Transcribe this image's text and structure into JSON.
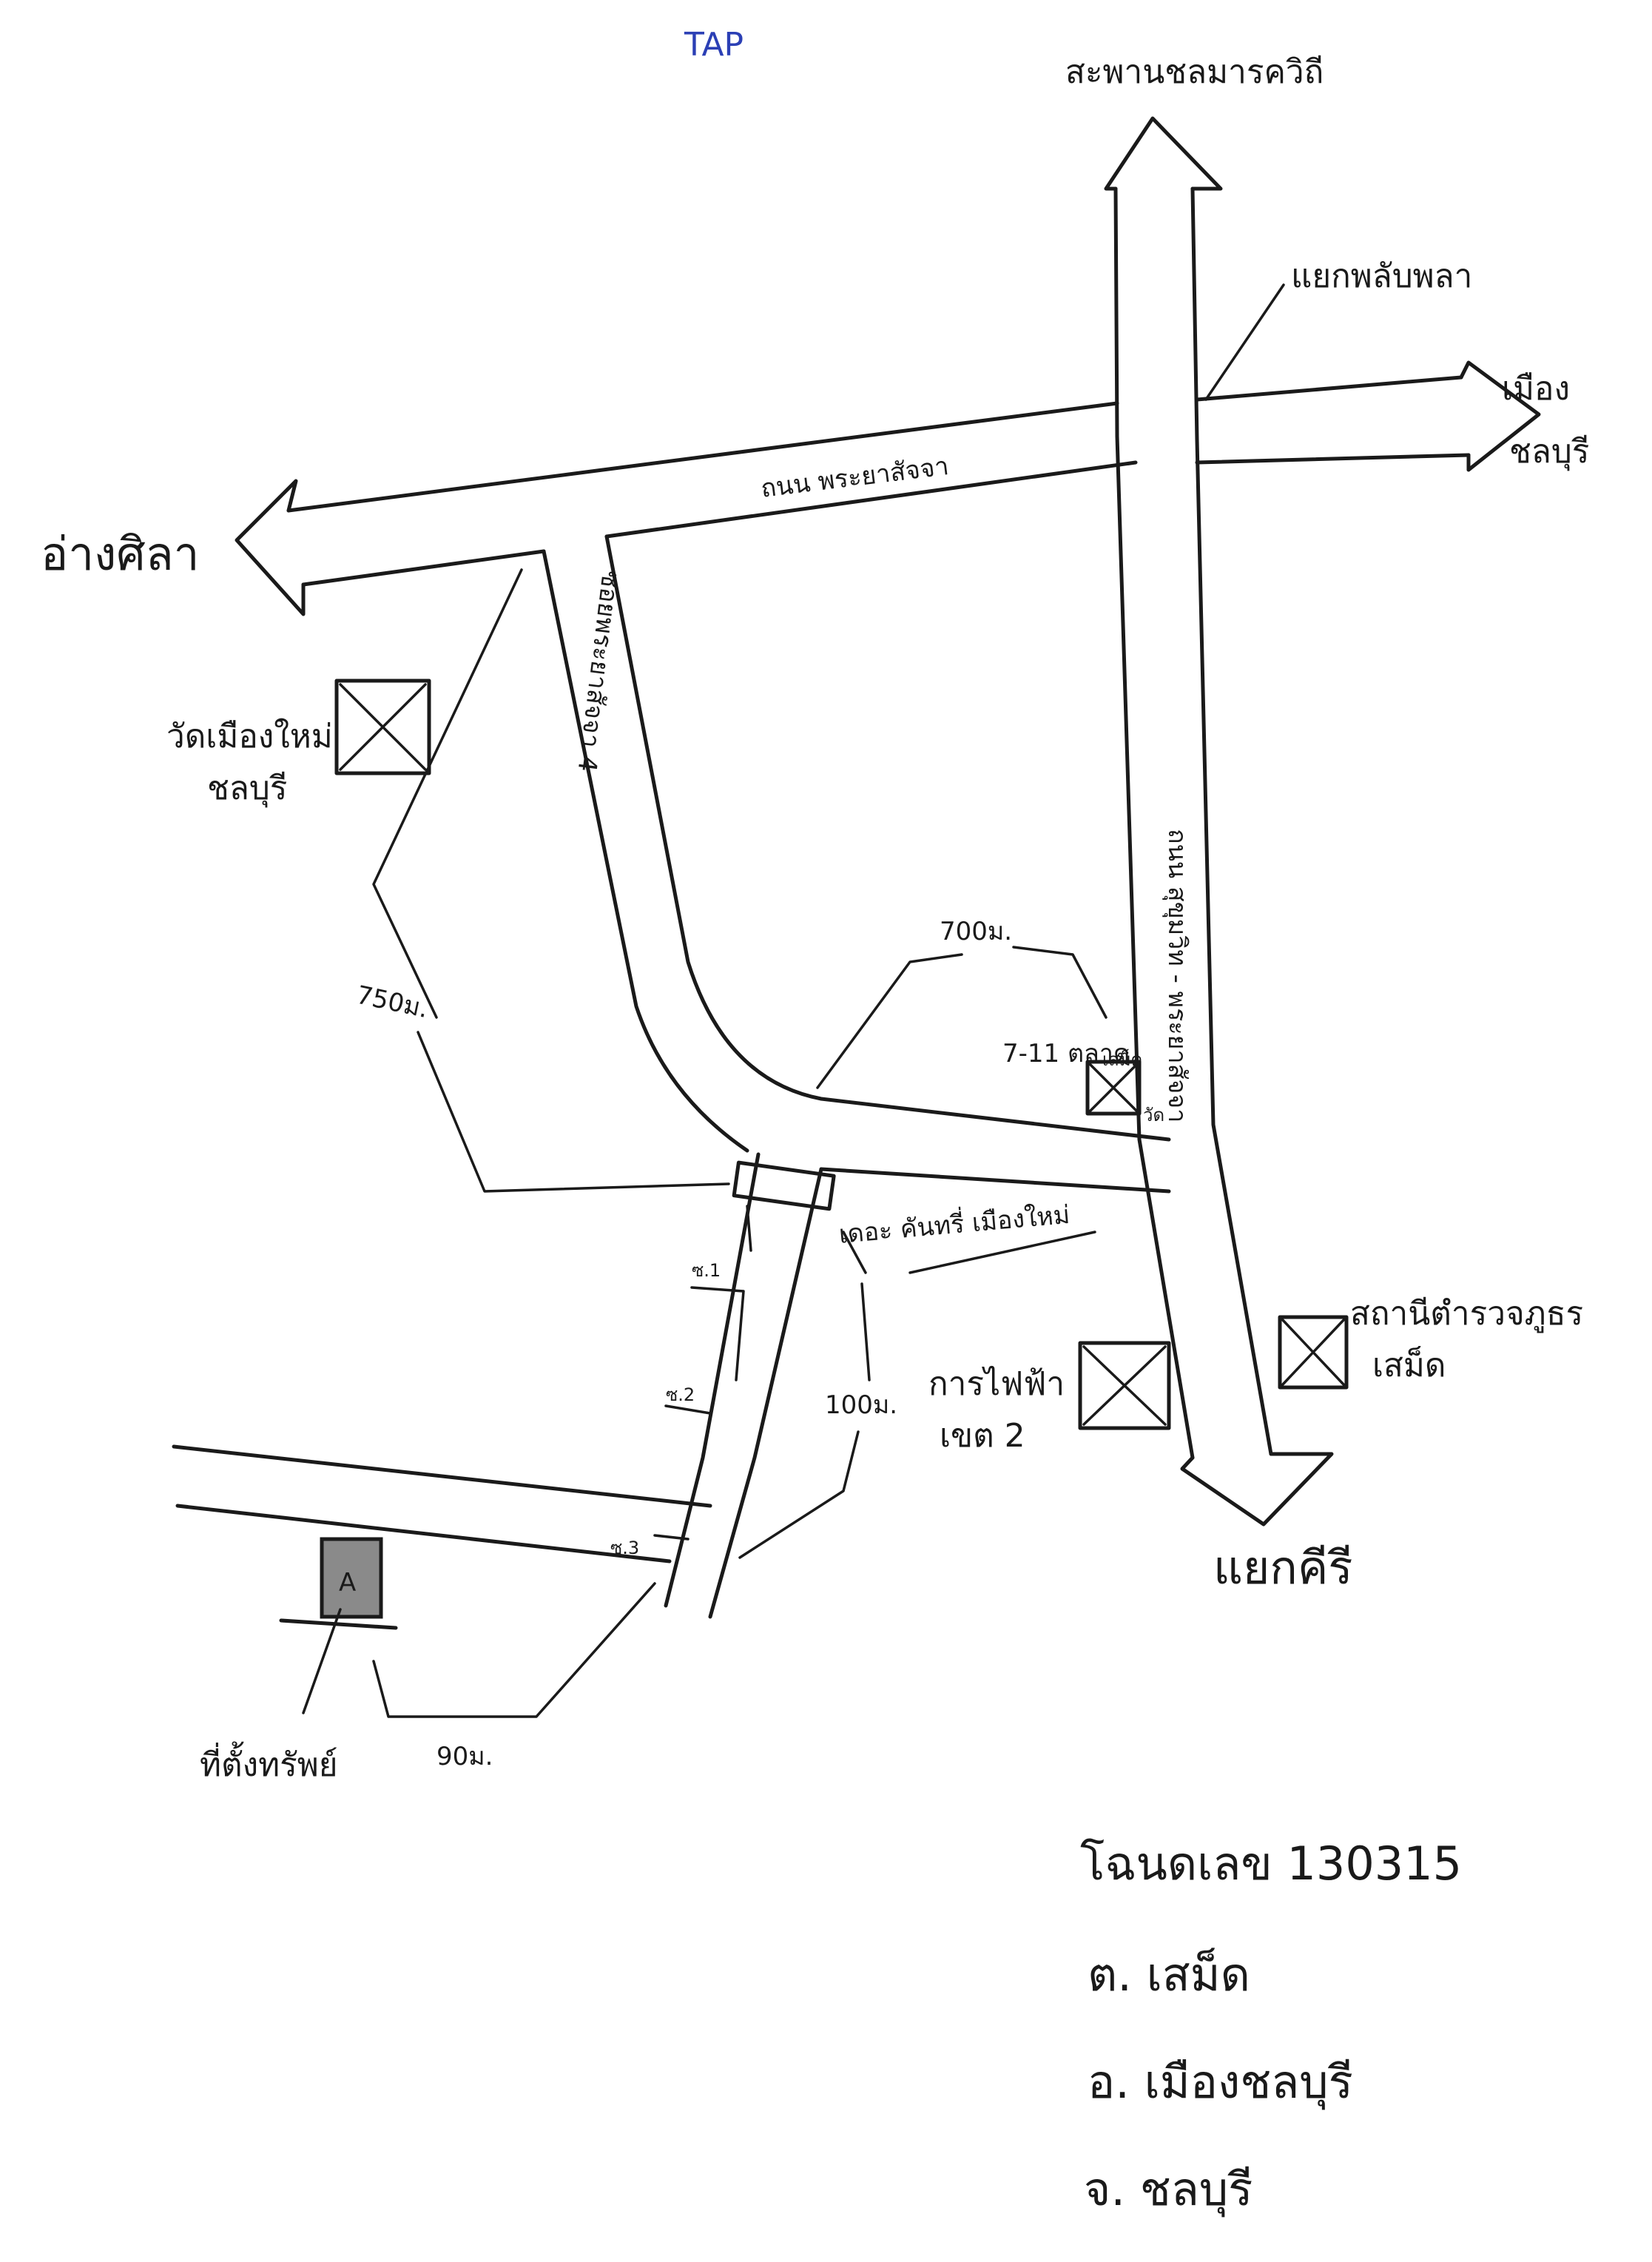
{
  "header": {
    "mark": "TAP"
  },
  "destinations": {
    "north": "สะพานชลมารควิถี",
    "east_line1": "เมือง",
    "east_line2": "ชลบุรี",
    "west": "อ่างศิลา",
    "south": "แยกคีรี"
  },
  "intersections": {
    "main": "แยกพลับพลา"
  },
  "roads": {
    "east_west": "ถนน พระยาสัจจา",
    "inner_road": "ซอยพระยาสัจจา 4",
    "main_north_south": "ถนน สุขุมวิท - พระยาสัจจา",
    "soi_1": "ซ.1",
    "soi_2": "ซ.2",
    "soi_3": "ซ.3",
    "junction_mark": "วัด"
  },
  "landmarks": {
    "temple_line1": "วัดเมืองใหม่",
    "temple_line2": "ชลบุรี",
    "seven_eleven_line1": "7-11 ตลาด",
    "seven_eleven_line2": "เสม็ด",
    "school": "เดอะ คันทรี่ เมืองใหม่",
    "electricity_line1": "การไฟฟ้า",
    "electricity_line2": "เขต 2",
    "police_line1": "สถานีตำรวจภูธร",
    "police_line2": "เสม็ด",
    "property": "ที่ตั้งทรัพย์",
    "property_marker": "A"
  },
  "distances": {
    "d750": "750ม.",
    "d700": "700ม.",
    "d100": "100ม.",
    "d90": "90ม."
  },
  "deed": {
    "line1": "โฉนดเลข 130315",
    "line2": "ต. เสม็ด",
    "line3": "อ. เมืองชลบุรี",
    "line4": "จ. ชลบุรี"
  },
  "colors": {
    "ink": "#1a1a1a",
    "pen_blue": "#2b3fb5",
    "property_fill": "#8a8a8a"
  }
}
